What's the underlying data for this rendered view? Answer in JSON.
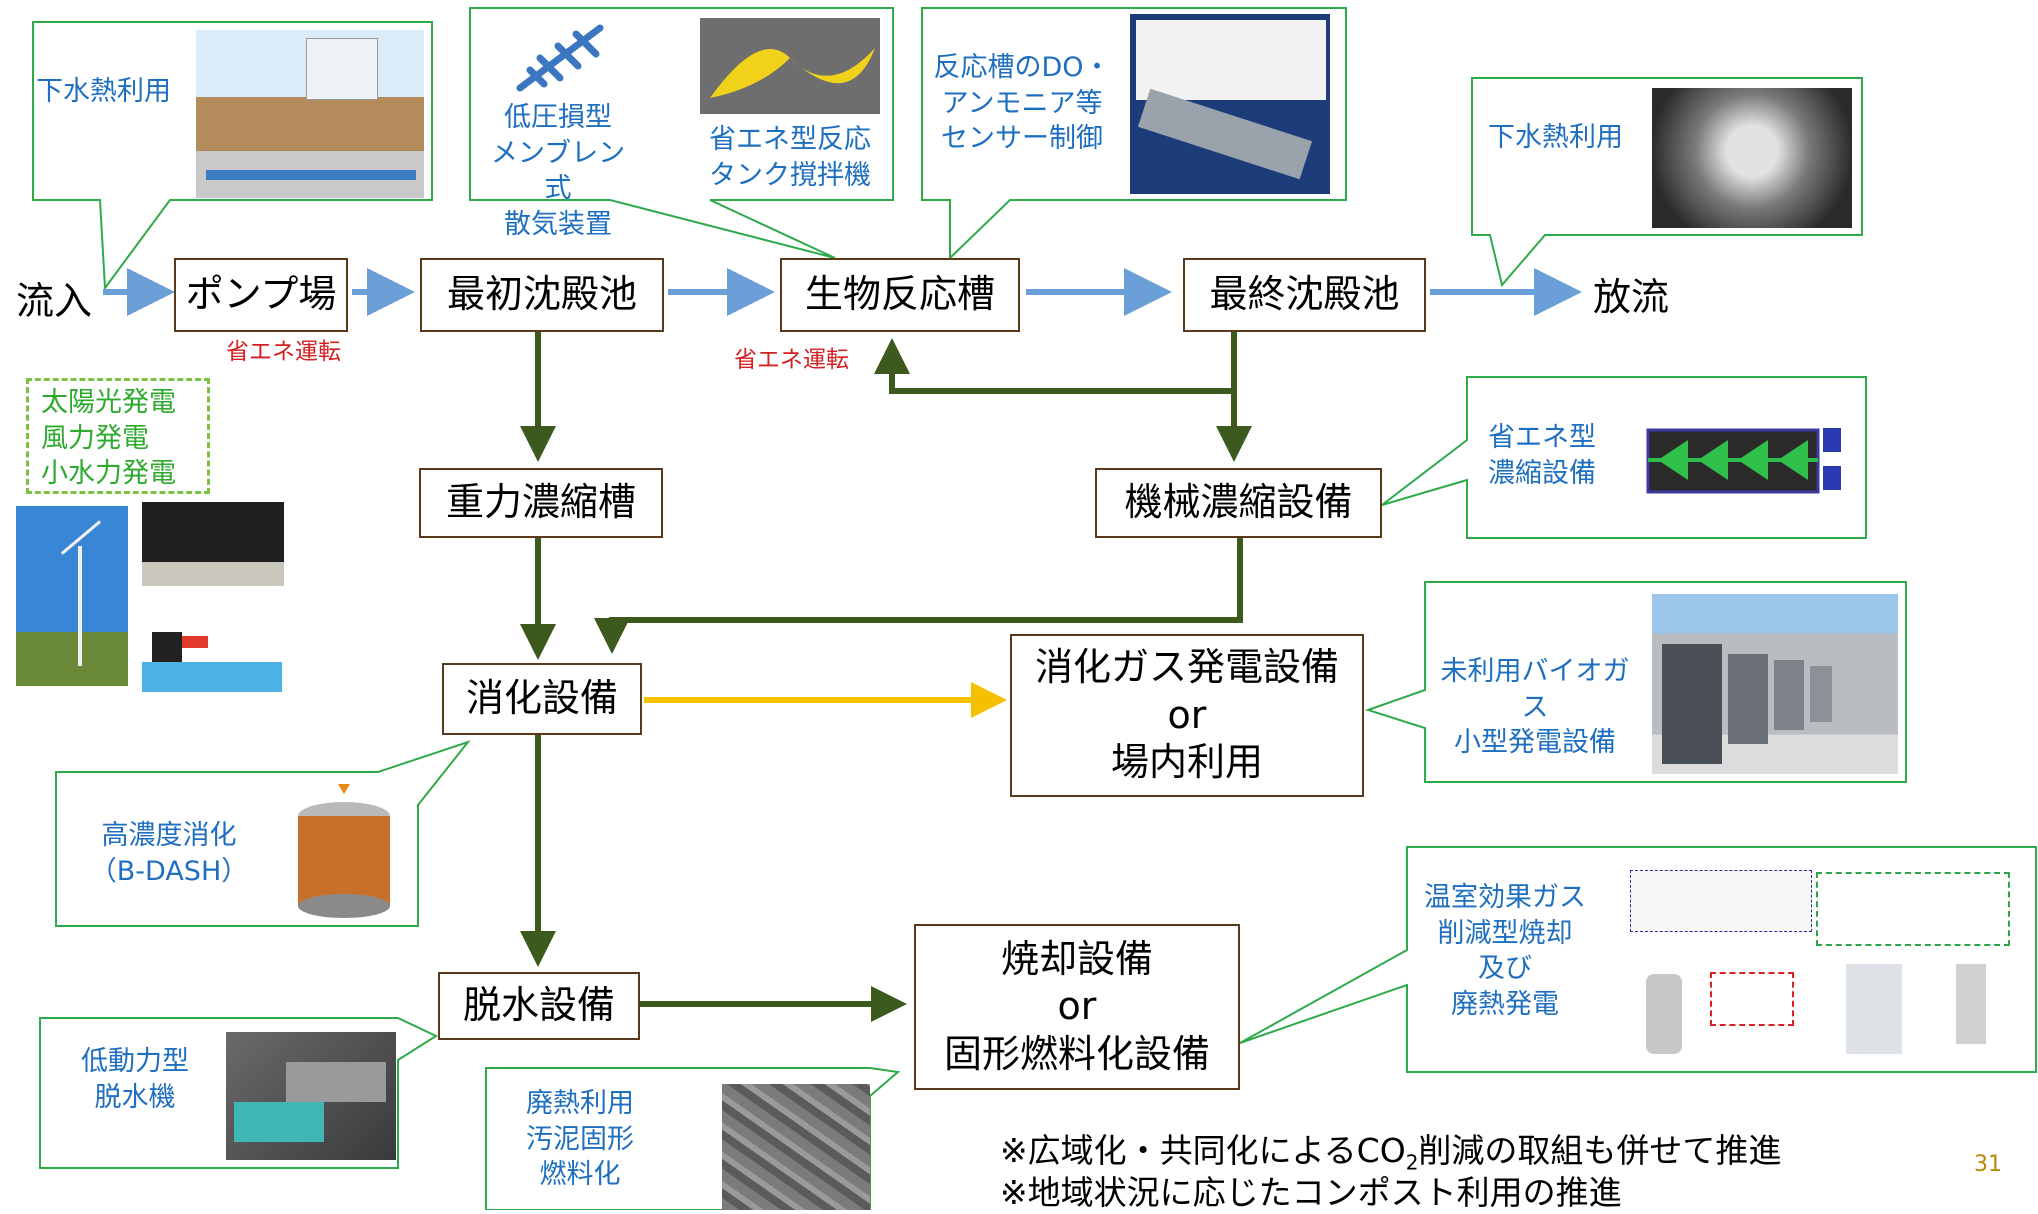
{
  "flow": {
    "inflow": "流入",
    "outflow": "放流",
    "pump": "ポンプ場",
    "primary": "最初沈殿池",
    "bioreactor": "生物反応槽",
    "final": "最終沈殿池",
    "gravity": "重力濃縮槽",
    "mechanical": "機械濃縮設備",
    "digestion": "消化設備",
    "gas_power": [
      "消化ガス発電設備",
      "or",
      "場内利用"
    ],
    "dewater": "脱水設備",
    "incinerate": [
      "焼却設備",
      "or",
      "固形燃料化設備"
    ]
  },
  "notes": {
    "pump_energy": "省エネ運転",
    "bio_energy": "省エネ運転"
  },
  "callouts": {
    "sewer_heat_left": "下水熱利用",
    "membrane": [
      "低圧損型",
      "メンブレン式",
      "散気装置"
    ],
    "mixer": [
      "省エネ型反応",
      "タンク撹拌機"
    ],
    "sensor": [
      "反応槽のDO・",
      "アンモニア等",
      "センサー制御"
    ],
    "sewer_heat_right": "下水熱利用",
    "thickener": [
      "省エネ型",
      "濃縮設備"
    ],
    "biogas": [
      "未利用バイオガス",
      "小型発電設備"
    ],
    "high_conc": [
      "高濃度消化",
      "（B-DASH）"
    ],
    "ghg": [
      "温室効果ガス",
      "削減型焼却",
      "及び",
      "廃熱発電"
    ],
    "low_power": [
      "低動力型",
      "脱水機"
    ],
    "waste_heat": [
      "廃熱利用",
      "汚泥固形",
      "燃料化"
    ]
  },
  "renewables": [
    "太陽光発電",
    "風力発電",
    "小水力発電"
  ],
  "bottom_notes": {
    "line1_pre": "※広域化・共同化によるCO",
    "line1_sub": "2",
    "line1_post": "削減の取組も併せて推進",
    "line2": "※地域状況に応じたコンポスト利用の推進"
  },
  "page_number": "31",
  "colors": {
    "blue_arrow": "#6a9fd8",
    "green_arrow": "#3d5a1e",
    "yellow_arrow": "#f5c000",
    "callout_border": "#2eaa4a",
    "callout_text": "#1f6fc0",
    "box_border": "#5a3a1a"
  }
}
